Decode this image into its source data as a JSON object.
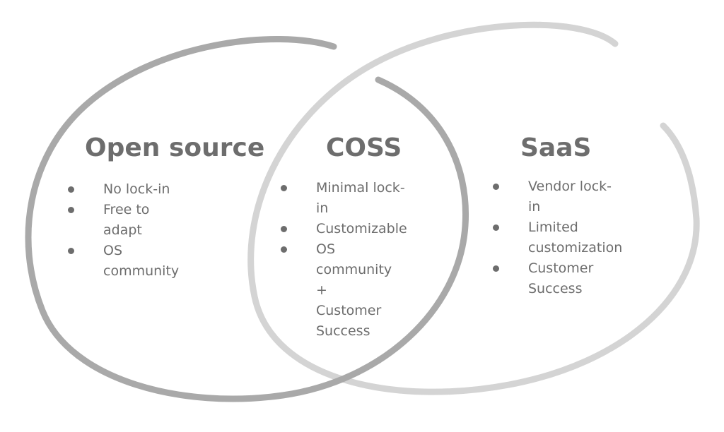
{
  "diagram": {
    "colors": {
      "left_ring": "#a9a9a9",
      "right_ring": "#d4d4d4",
      "text": "#6d6d6d"
    },
    "sections": {
      "open_source": {
        "title": "Open source",
        "items": [
          "No lock-in",
          "Free to adapt",
          "OS community"
        ]
      },
      "coss": {
        "title": "COSS",
        "items": [
          "Minimal lock-in",
          "Customizable",
          "OS community +\nCustomer Success"
        ]
      },
      "saas": {
        "title": "SaaS",
        "items": [
          "Vendor lock-in",
          "Limited customization",
          "Customer Success"
        ]
      }
    }
  }
}
